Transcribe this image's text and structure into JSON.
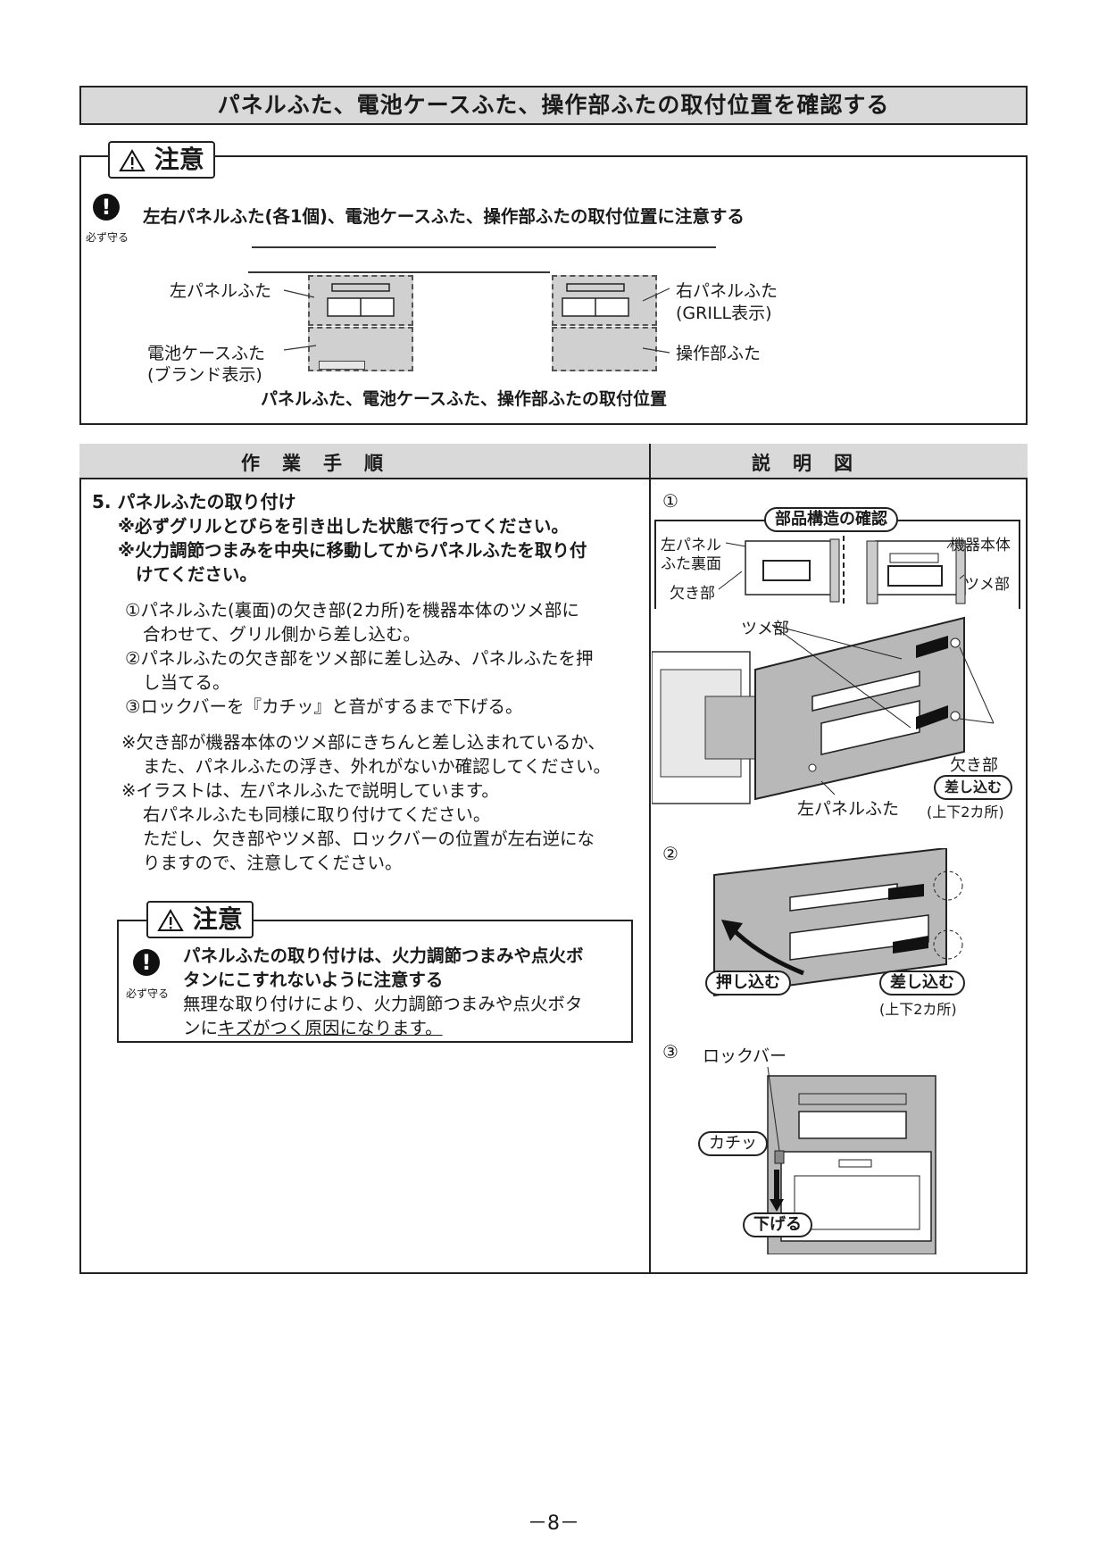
{
  "header": {
    "title": "パネルふた、電池ケースふた、操作部ふたの取付位置を確認する"
  },
  "caution1": {
    "tag": "注意",
    "must_label": "必ず守る",
    "text": "左右パネルふた(各1個)、電池ケースふた、操作部ふたの取付位置に注意する",
    "labels": {
      "left_panel": "左パネルふた",
      "battery_cover": "電池ケースふた",
      "battery_brand": "(ブランド表示)",
      "right_panel": "右パネルふた",
      "right_grill": "(GRILL表示)",
      "operation_cover": "操作部ふた"
    },
    "caption": "パネルふた、電池ケースふた、操作部ふたの取付位置"
  },
  "table": {
    "col_left": "作　業　手　順",
    "col_right": "説　明　図"
  },
  "procedure": {
    "title": "5. パネルふたの取り付け",
    "note_bold_1": "※必ずグリルとびらを引き出した状態で行ってください。",
    "note_bold_2a": "※火力調節つまみを中央に移動してからパネルふたを取り付",
    "note_bold_2b": "けてください。",
    "step1a": "①パネルふた(裏面)の欠き部(2カ所)を機器本体のツメ部に",
    "step1b": "合わせて、グリル側から差し込む。",
    "step2a": "②パネルふたの欠き部をツメ部に差し込み、パネルふたを押",
    "step2b": "し当てる。",
    "step3": "③ロックバーを『カチッ』と音がするまで下げる。",
    "note1a": "※欠き部が機器本体のツメ部にきちんと差し込まれているか、",
    "note1b": "また、パネルふたの浮き、外れがないか確認してください。",
    "note2a": "※イラストは、左パネルふたで説明しています。",
    "note2b": "右パネルふたも同様に取り付けてください。",
    "note2c": "ただし、欠き部やツメ部、ロックバーの位置が左右逆にな",
    "note2d": "りますので、注意してください。"
  },
  "caution2": {
    "tag": "注意",
    "must_label": "必ず守る",
    "bold_a": "パネルふたの取り付けは、火力調節つまみや点火ボ",
    "bold_b": "タンにこすれないように注意する",
    "text_a": "無理な取り付けにより、火力調節つまみや点火ボタ",
    "text_b_pre": "ンに",
    "text_b_ul": "キズがつく原因になります。"
  },
  "fig1": {
    "num": "①",
    "pill": "部品構造の確認",
    "left_label_a": "左パネル",
    "left_label_b": "ふた裏面",
    "notch": "欠き部",
    "body": "機器本体",
    "claw": "ツメ部",
    "claw2": "ツメ部",
    "notch2": "欠き部",
    "insert": "差し込む",
    "two_places": "(上下2カ所)",
    "left_panel": "左パネルふた"
  },
  "fig2": {
    "num": "②",
    "push": "押し込む",
    "insert": "差し込む",
    "two_places": "(上下2カ所)"
  },
  "fig3": {
    "num": "③",
    "lockbar": "ロックバー",
    "click": "カチッ",
    "lower": "下げる"
  },
  "footer": {
    "page": "－8－"
  }
}
